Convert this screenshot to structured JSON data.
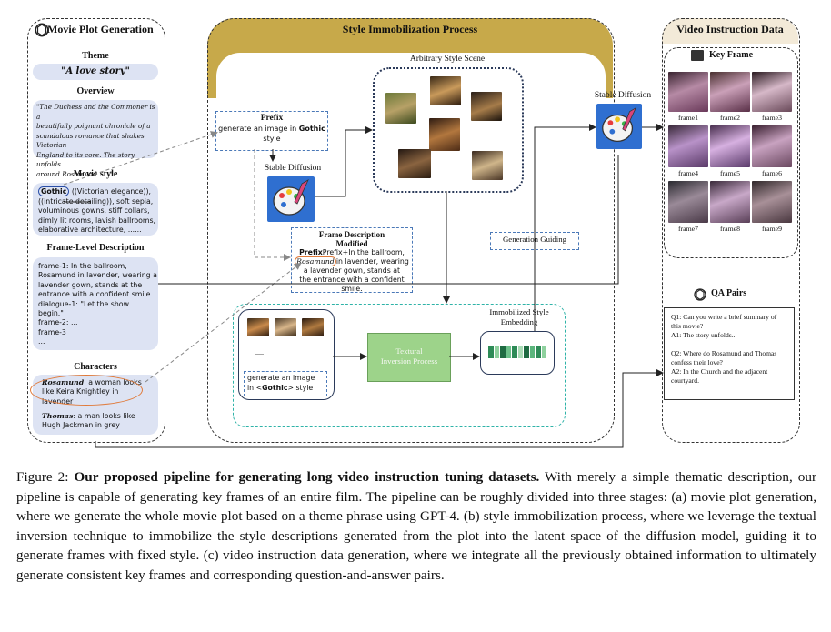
{
  "left_panel": {
    "title": "Movie Plot Generation",
    "theme_label": "Theme",
    "theme_value": "\"A love story\"",
    "overview_label": "Overview",
    "overview_lines": [
      "\"The Duchess and the Commoner is a",
      "beautifully poignant chronicle of a",
      "scandalous romance that shakes Victorian",
      "England to its core. The story unfolds",
      "around Rosamund .....\""
    ],
    "movie_style_label": "Movie style",
    "style_lines": [
      "((Victorian elegance)),",
      "((intricate detailing)), soft sepia,",
      "voluminous gowns, stiff collars,",
      "dimly lit rooms, lavish ballrooms,",
      "elaborative architecture, ......"
    ],
    "style_keyword": "Gothic",
    "frame_desc_label": "Frame-Level Description",
    "frame_lines": [
      "frame-1: In the ballroom,",
      "Rosamund in lavender, wearing a",
      "lavender gown, stands at the",
      "entrance with a confident smile.",
      "dialogue-1: \"Let the show",
      "begin.\"",
      "frame-2: ...",
      "frame-3",
      "..."
    ],
    "characters_label": "Characters",
    "char1_name": "Rosamund",
    "char1_lines": [
      ": a woman looks",
      "like Keira Knightley in",
      "lavender"
    ],
    "char2_name": "Thomas",
    "char2_lines": [
      ": a man looks like",
      "Hugh Jackman in grey"
    ]
  },
  "mid_panel": {
    "title": "Style Immobilization Process",
    "arbitrary_label": "Arbitrary Style Scene",
    "prefix_title": "Prefix",
    "prefix_line1": "generate an image in",
    "prefix_keyword": "Gothic",
    "prefix_line2": "style",
    "sd_label": "Stable Diffusion",
    "fdm_title1": "Frame Description",
    "fdm_title2": "Modified",
    "fdm_lines": [
      "Prefix+In the ballroom,",
      "in lavender, wearing",
      "a lavender gown, stands at",
      "the entrance with a confident",
      "smile."
    ],
    "fdm_name": "Rosamund",
    "gen_guiding": "Generation Guiding",
    "ise_label1": "Immobilized Style",
    "ise_label2": "Embedding",
    "ti_label1": "Textural",
    "ti_label2": "Inversion Process",
    "dots": ".....",
    "gen_img1": "generate an image",
    "gen_img2": "in <",
    "gen_img_kw": "Gothic",
    "gen_img3": "> style"
  },
  "right_panel": {
    "title": "Video Instruction Data",
    "sd_label": "Stable Diffusion",
    "key_frame_label": "Key Frame",
    "frames": [
      "frame1",
      "frame2",
      "frame3",
      "frame4",
      "frame5",
      "frame6",
      "frame7",
      "frame8",
      "frame9"
    ],
    "more": "......",
    "qa_label": "QA Pairs",
    "qa": [
      {
        "q": "Q1: Can you write a brief summary of",
        "q2": "this movie?",
        "a": "A1: The story unfolds..."
      },
      {
        "q": "Q2: Where do Rosamund and Thomas",
        "q2": "confess their love?",
        "a": "A2: In the Church and the adjacent",
        "a2": "courtyard."
      }
    ]
  },
  "caption": {
    "prefix": "Figure 2: ",
    "bold": "Our proposed pipeline for generating long video instruction tuning datasets.",
    "rest": " With merely a simple thematic description, our pipeline is capable of generating key frames of an entire film. The pipeline can be roughly divided into three stages: (a) movie plot generation, where we generate the whole movie plot based on a theme phrase using GPT-4. (b) style immobilization process, where we leverage the textual inversion technique to immobilize the style descriptions generated from the plot into the latent space of the diffusion model, guiding it to generate frames with fixed style. (c) video instruction data generation, where we integrate all the previously obtained information to ultimately generate consistent key frames and corresponding question-and-answer pairs."
  },
  "colors": {
    "gold": "#c7a94a",
    "light_blue": "#dde3f3",
    "green_box": "#9dd38a",
    "teal_dash": "#2fb3a8",
    "orange_circle": "#e07a3a"
  }
}
